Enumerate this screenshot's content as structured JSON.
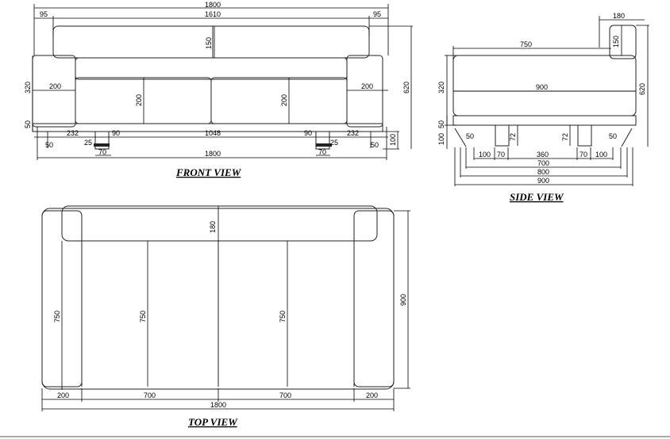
{
  "views": {
    "front": {
      "title": "FRONT VIEW",
      "dims": {
        "overall_top": "1800",
        "arm_left": "95",
        "back_span": "1610",
        "arm_right": "95",
        "back_height": "150",
        "arm_height": "320",
        "left_arm_width": "200",
        "seat_left": "200",
        "seat_right": "200",
        "right_arm_width": "200",
        "total_height": "620",
        "base_height": "50",
        "leg_offset_left": "232",
        "leg_gap_left": "90",
        "leg_span": "1048",
        "leg_gap_right": "90",
        "leg_offset_right": "232",
        "leg_side_left": "25",
        "leg_side_right": "25",
        "foot_left": "50",
        "foot_right": "50",
        "leg_height": "100",
        "leg_width_left": "70",
        "leg_width_right": "70",
        "overall_bottom": "1800"
      }
    },
    "side": {
      "title": "SIDE VIEW",
      "dims": {
        "back_depth": "180",
        "back_height": "150",
        "seat_depth": "750",
        "arm_height": "320",
        "total_depth_inner": "900",
        "total_height": "620",
        "base_height": "50",
        "leg_height": "100",
        "leg_h_left": "72",
        "leg_h_right": "72",
        "foot_left": "50",
        "foot_right": "50",
        "gap_100_left": "100",
        "leg_70_left": "70",
        "center_360": "360",
        "leg_70_right": "70",
        "gap_100_right": "100",
        "span_700": "700",
        "span_800": "800",
        "span_900": "900"
      }
    },
    "top": {
      "title": "TOP VIEW",
      "dims": {
        "back_depth": "180",
        "arm_depth_left": "750",
        "seat_depth_left": "750",
        "seat_depth_right": "750",
        "total_depth": "900",
        "arm_left": "200",
        "seat_left": "700",
        "seat_right": "700",
        "arm_right": "200",
        "overall": "1800"
      }
    }
  }
}
